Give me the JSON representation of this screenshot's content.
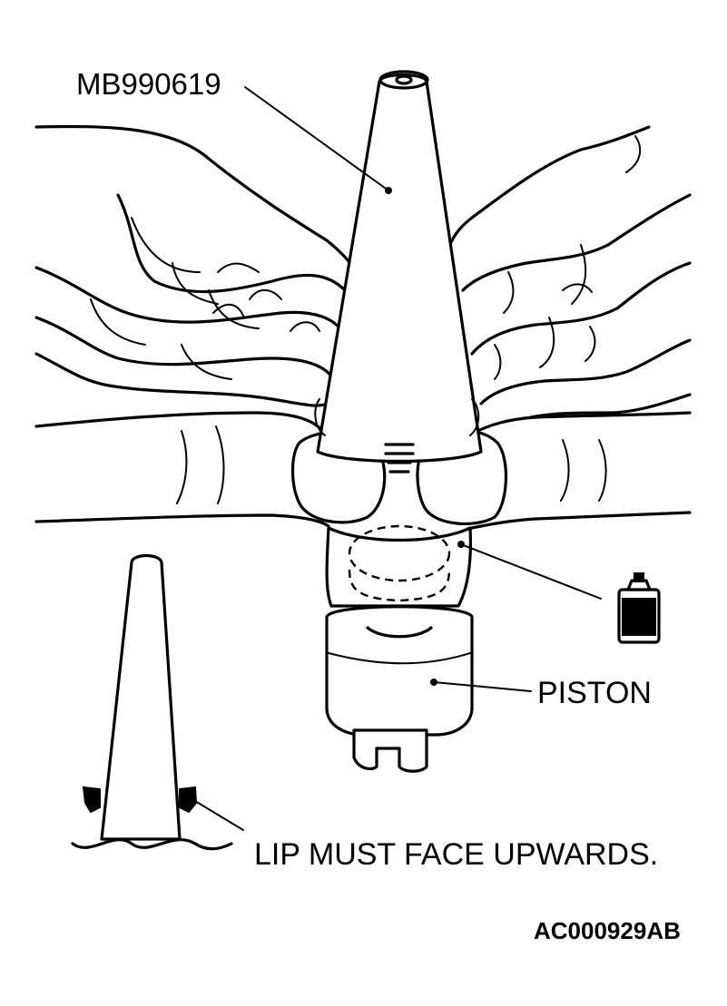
{
  "labels": {
    "tool": "MB990619",
    "piston": "PISTON",
    "lip_note": "LIP MUST FACE UPWARDS.",
    "figure_code": "AC000929",
    "figure_suffix": "AB"
  },
  "icons": [
    "grease-can-icon"
  ]
}
